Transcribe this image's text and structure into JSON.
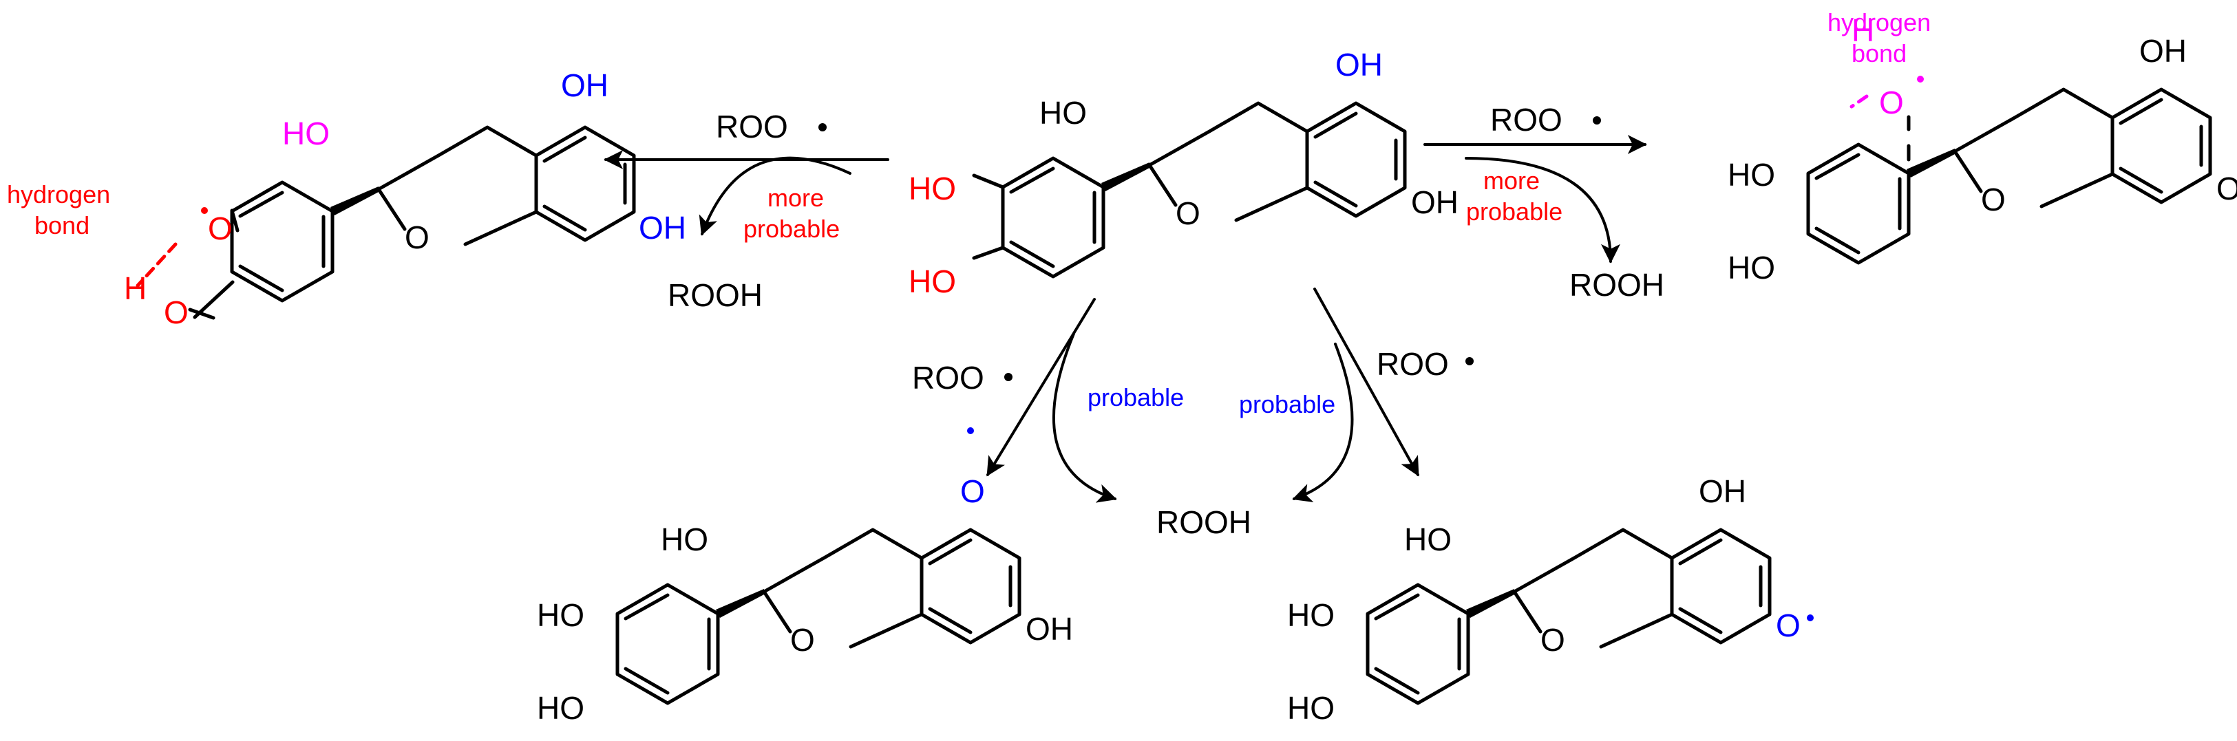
{
  "colors": {
    "black": "#000000",
    "red": "#ff0000",
    "blue": "#0000ff",
    "magenta": "#ff00ff"
  },
  "atoms": {
    "oh": "OH",
    "ho": "HO",
    "o": "O",
    "h": "H"
  },
  "reagents": {
    "peroxyl": "ROO",
    "hydroperoxide": "ROOH"
  },
  "annotations": {
    "hydrogen": "hydrogen",
    "bond": "bond",
    "more": "more",
    "probable": "probable"
  }
}
